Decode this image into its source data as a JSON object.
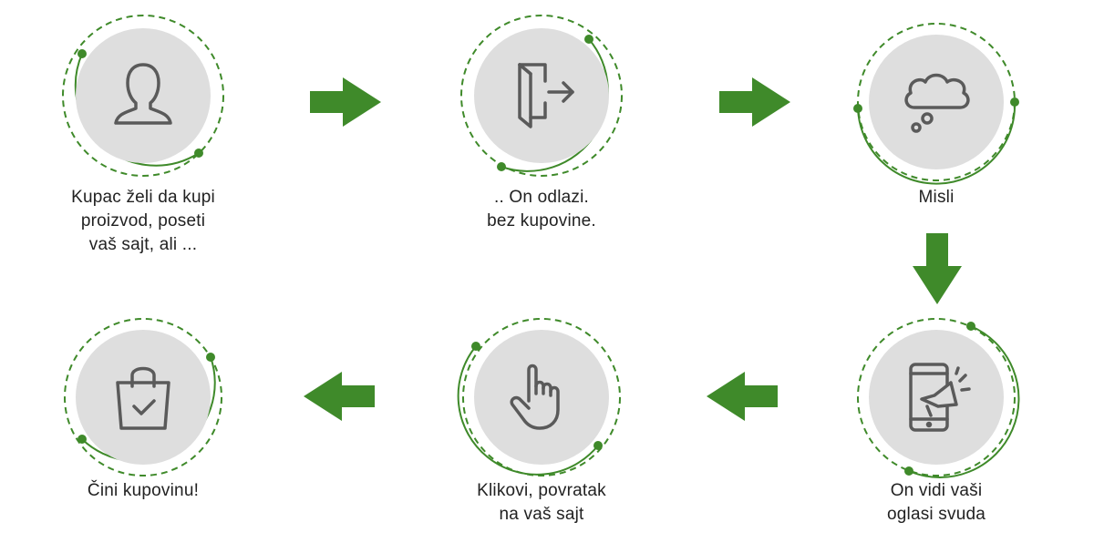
{
  "colors": {
    "accent": "#3f8a2a",
    "disc": "#dedede",
    "icon": "#5a5a5a",
    "text": "#222222"
  },
  "steps": [
    {
      "icon": "person-icon",
      "lines": [
        "Kupac želi da kupi",
        "proizvod, poseti",
        "vaš sajt, ali ..."
      ]
    },
    {
      "icon": "door-exit-icon",
      "lines": [
        ".. On odlazi.",
        "bez kupovine."
      ]
    },
    {
      "icon": "thought-cloud-icon",
      "lines": [
        "Misli"
      ]
    },
    {
      "icon": "phone-megaphone-icon",
      "lines": [
        "On vidi vaši",
        "oglasi svuda"
      ]
    },
    {
      "icon": "pointing-hand-icon",
      "lines": [
        "Klikovi, povratak",
        "na vaš sajt"
      ]
    },
    {
      "icon": "shopping-bag-check-icon",
      "lines": [
        "Čini kupovinu!"
      ]
    }
  ]
}
